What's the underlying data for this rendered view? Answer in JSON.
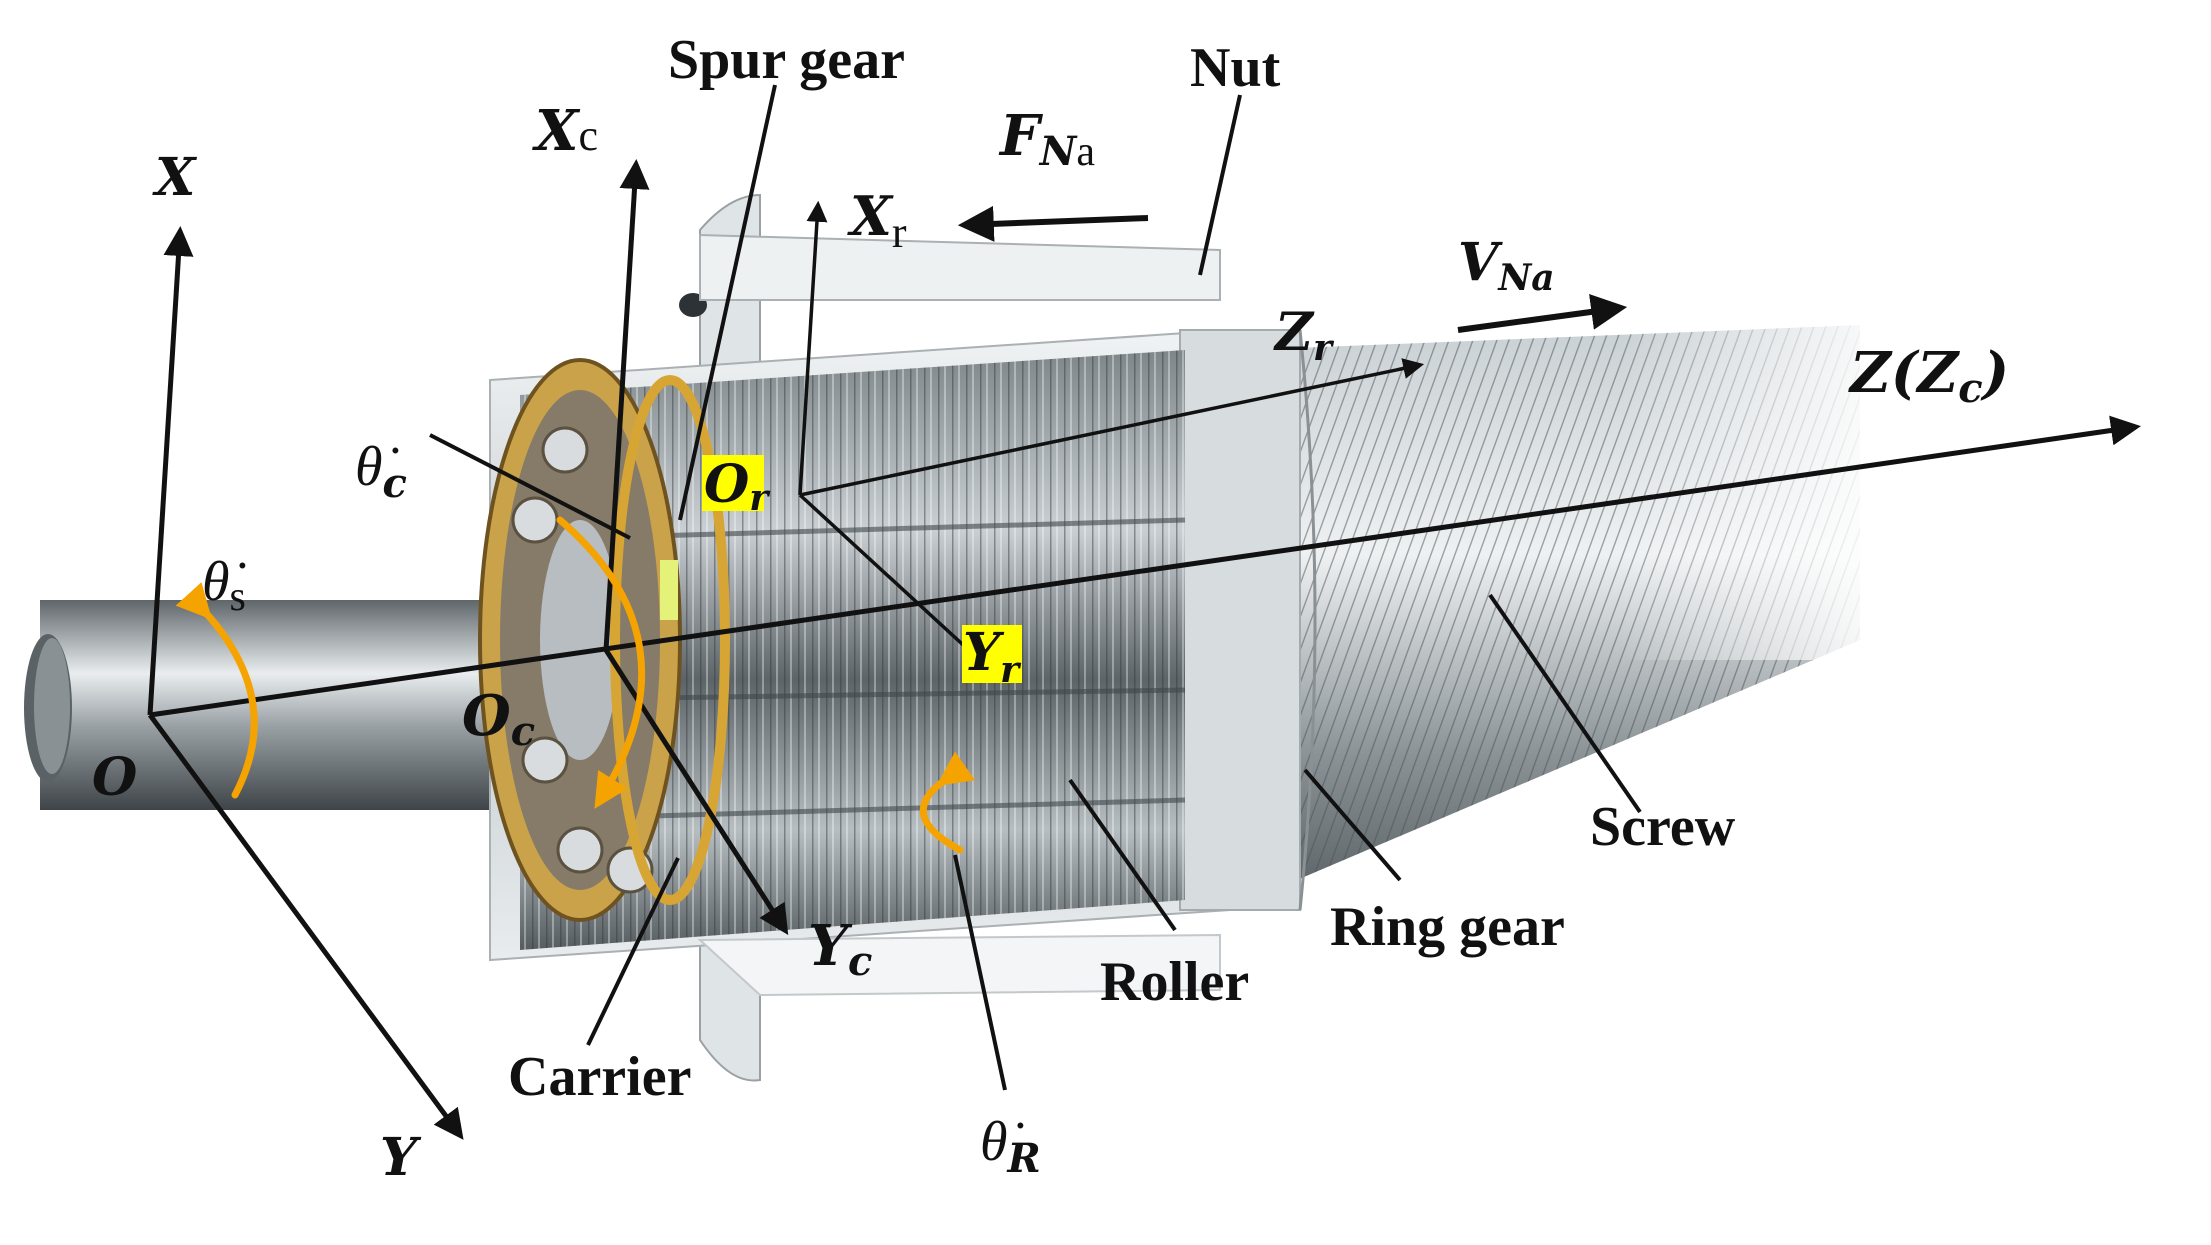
{
  "labels": {
    "spur_gear": "Spur gear",
    "nut": "Nut",
    "carrier": "Carrier",
    "roller": "Roller",
    "ring_gear": "Ring gear",
    "screw": "Screw"
  },
  "axes": {
    "X": "X",
    "Y": "Y",
    "O": "O",
    "Xc_main": "X",
    "Xc_sub": "c",
    "Yc_main": "Y",
    "Yc_sub": "c",
    "Oc_main": "O",
    "Oc_sub": "c",
    "Xr_main": "X",
    "Xr_sub": "r",
    "Yr_main": "Y",
    "Yr_sub": "r",
    "Or_main": "O",
    "Or_sub": "r",
    "Zr_main": "Z",
    "Zr_sub": "r",
    "Z_axis": "Z(Z",
    "Z_sub": "c",
    "Z_close": ")"
  },
  "quantities": {
    "theta_dot": "θ̇",
    "theta_s_sub": "s",
    "theta_c_sub": "c",
    "theta_R_sub": "R",
    "F_main": "F",
    "F_sub_N": "N",
    "F_sub_a": "a",
    "V_main": "V",
    "V_sub": "Na"
  },
  "colors": {
    "line": "#111111",
    "rotation_arrow": "#f5a300",
    "highlight": "#ffff00",
    "metal_dark": "#4a4f52",
    "metal_mid": "#8d9499",
    "metal_light": "#dde2e5",
    "brass": "#b8892a"
  }
}
